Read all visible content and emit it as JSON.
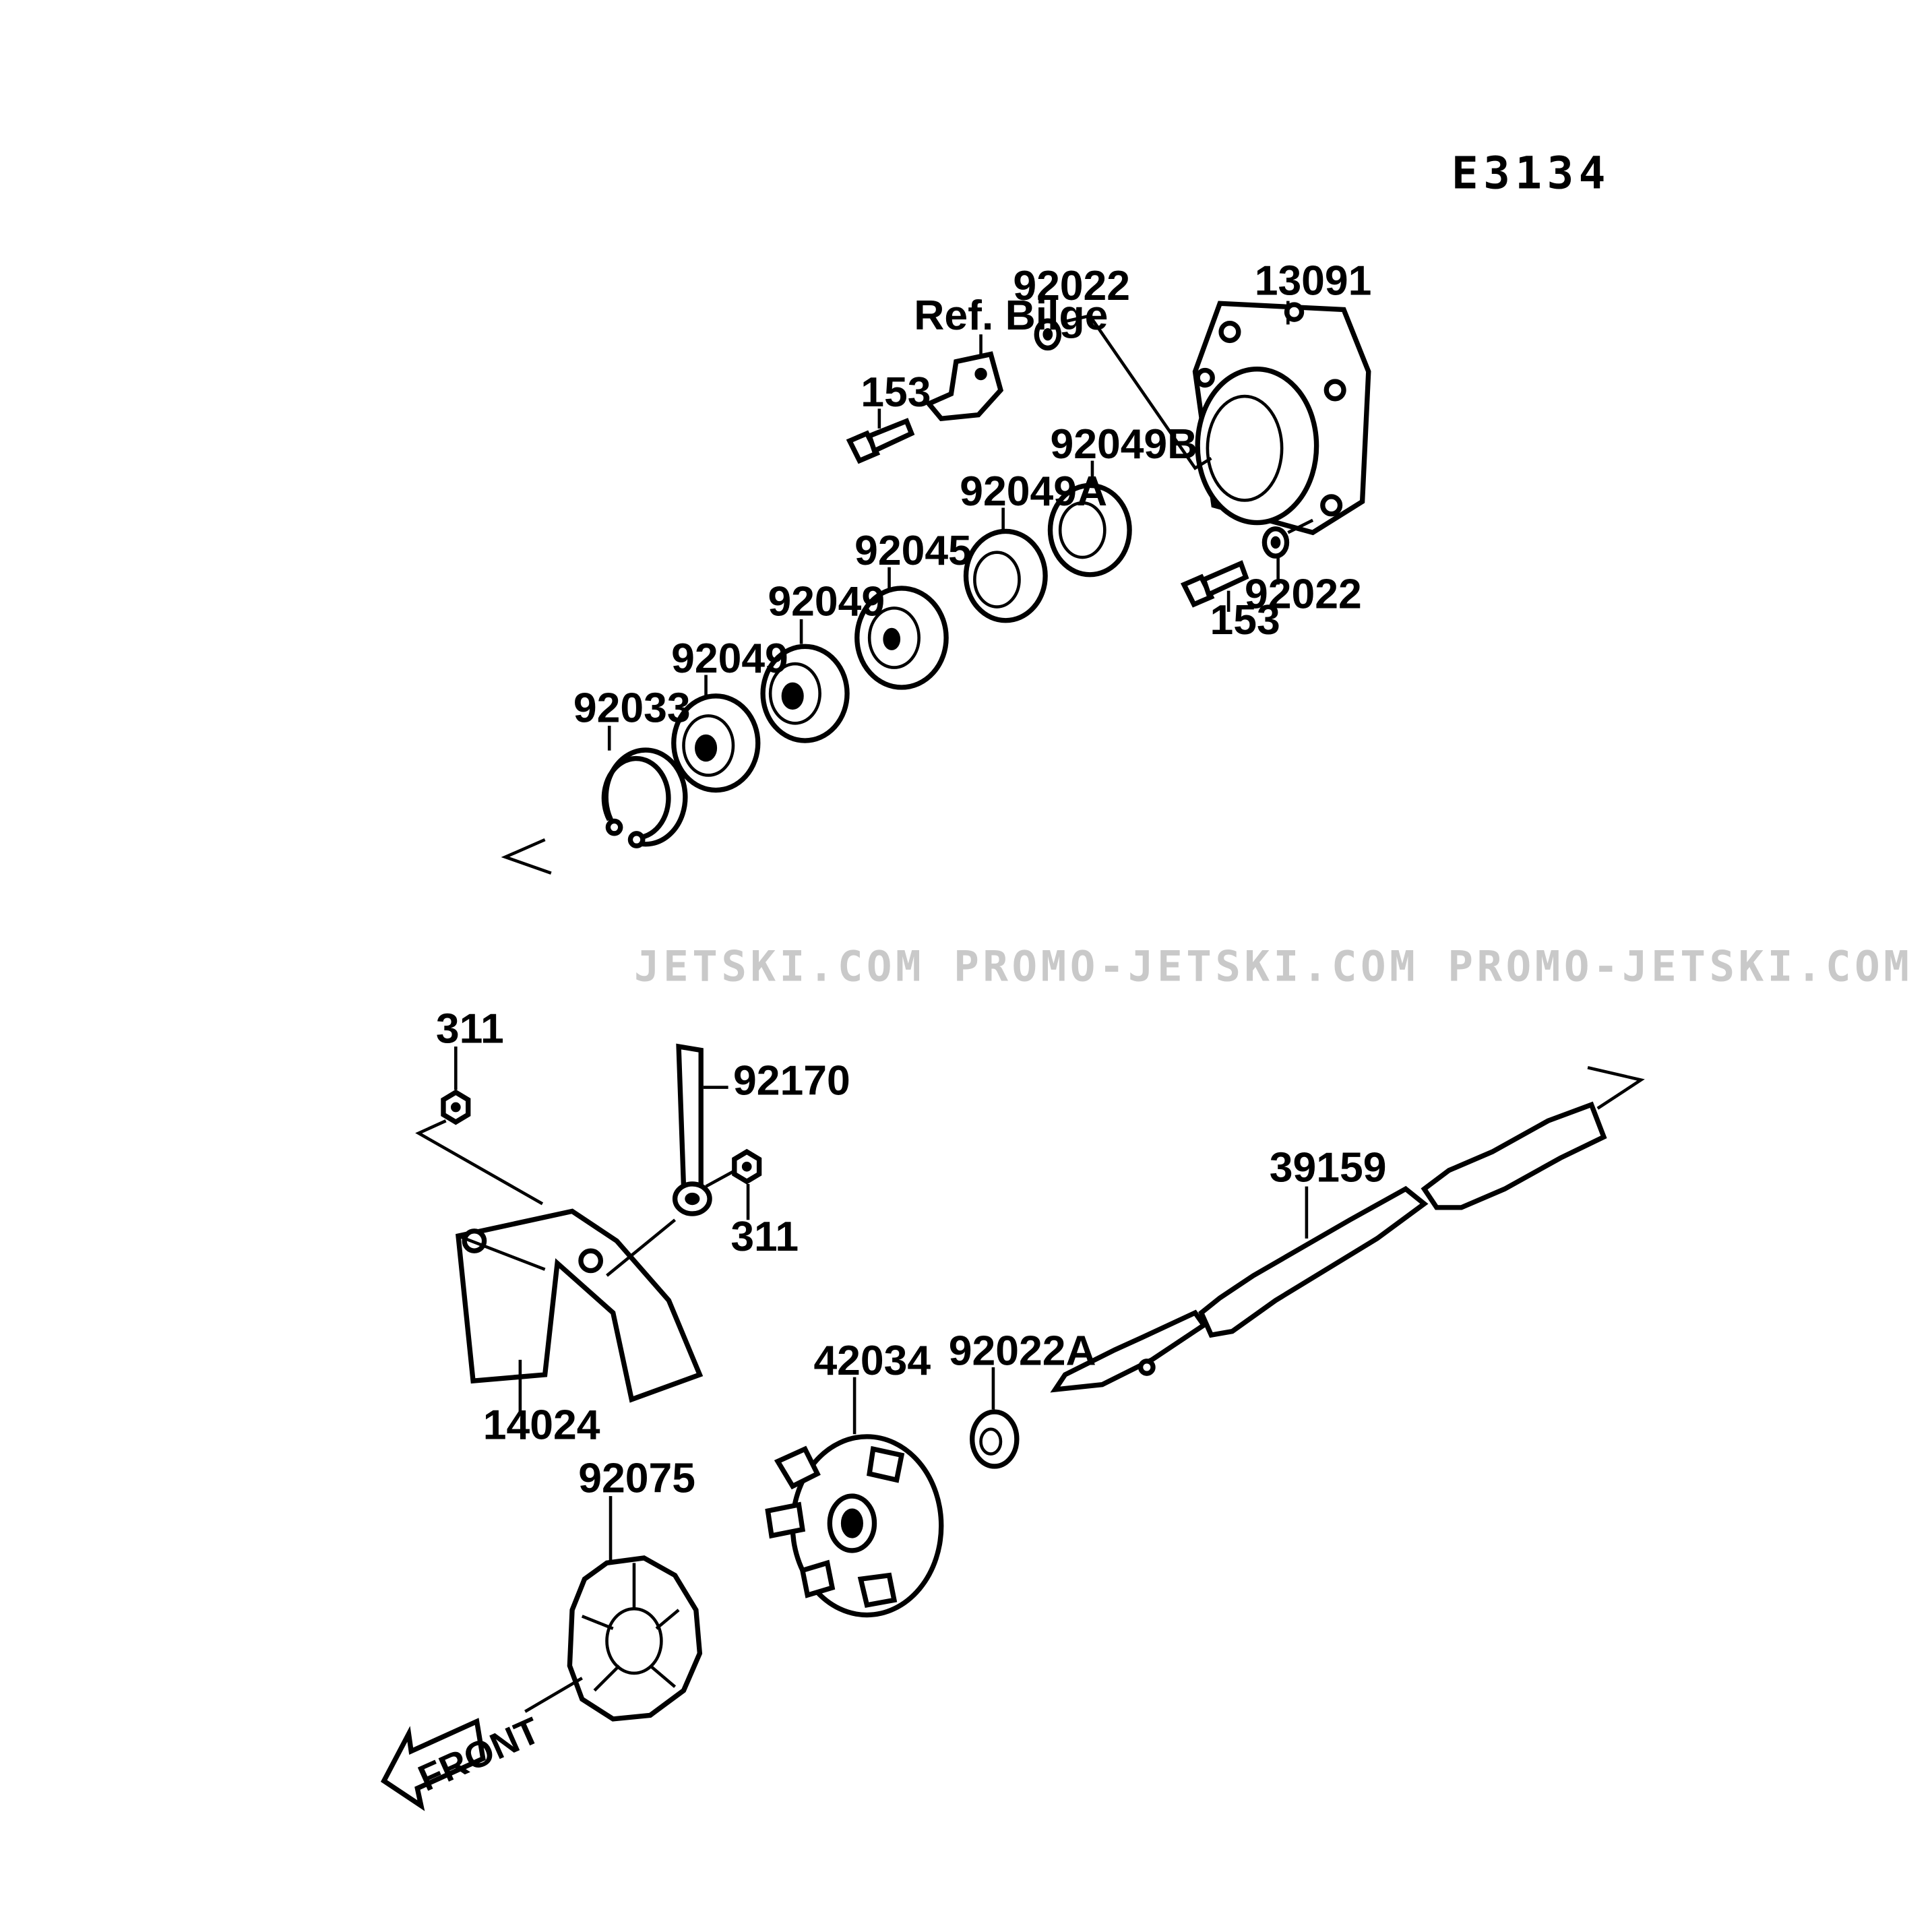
{
  "diagram": {
    "code": "E3134",
    "watermark": "JETSKI.COM  PROMO-JETSKI.COM  PROMO-JETSKI.COM",
    "front_label": "FRONT",
    "labels": {
      "p92022_top": "92022",
      "ref_bilge": "Ref. Bilge",
      "p13091": "13091",
      "p153_top": "153",
      "p92049B": "92049B",
      "p92049A": "92049A",
      "p92045": "92045",
      "p92049_b": "92049",
      "p92049_a": "92049",
      "p92033": "92033",
      "p92022_bottom": "92022",
      "p153_bottom": "153",
      "p311_top": "311",
      "p92170": "92170",
      "p311_bottom": "311",
      "p39159": "39159",
      "p42034": "42034",
      "p92022A": "92022A",
      "p14024": "14024",
      "p92075": "92075"
    }
  }
}
